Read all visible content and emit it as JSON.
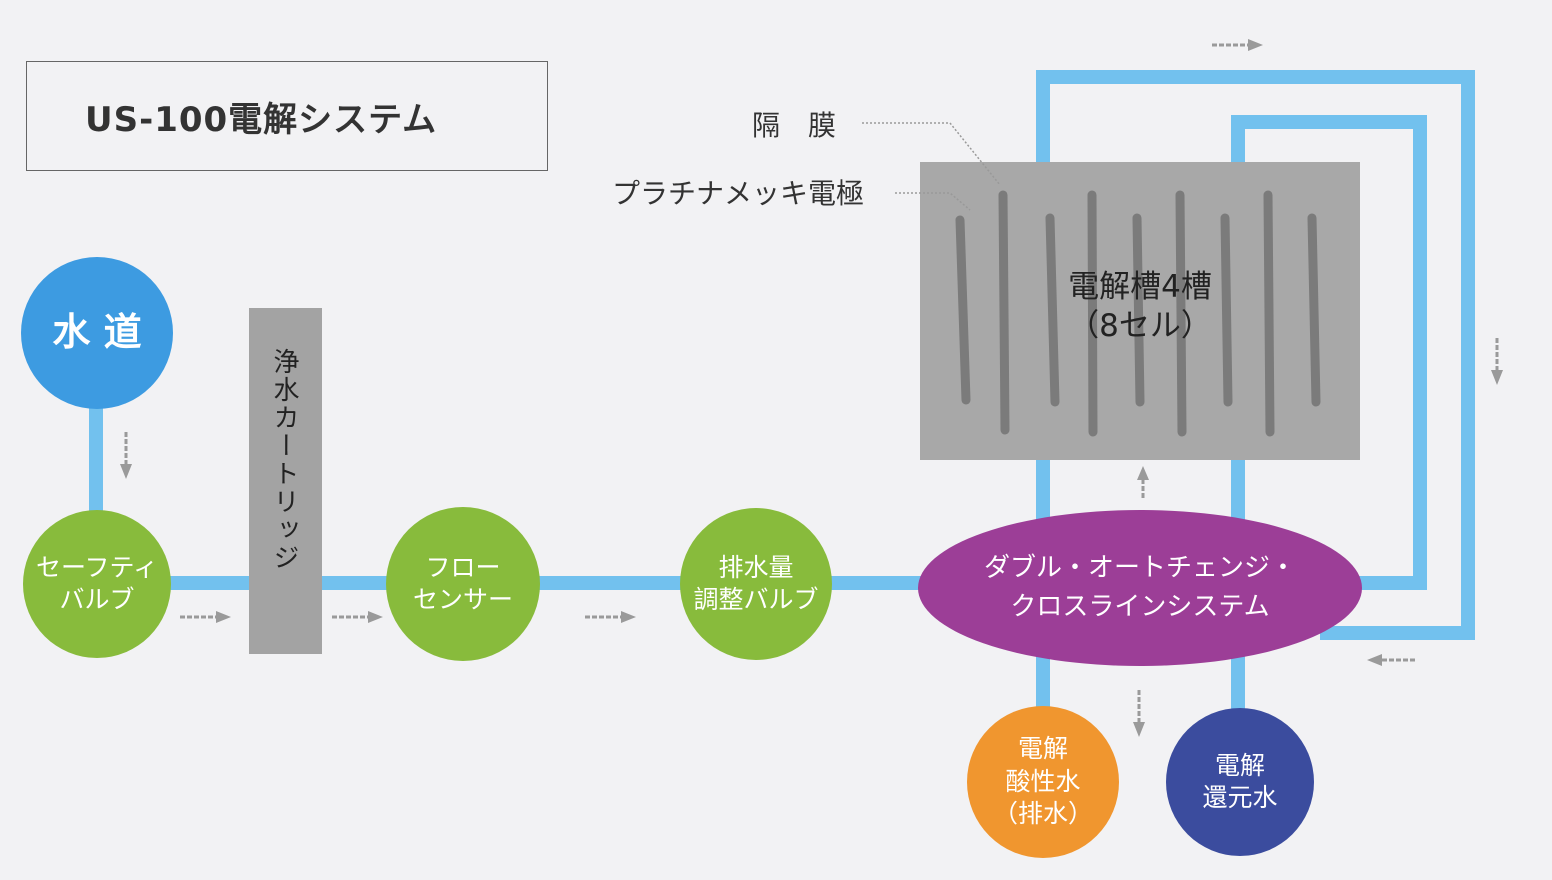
{
  "title": "US-100電解システム",
  "labels": {
    "membrane": "隔　膜",
    "electrode": "プラチナメッキ電極",
    "tap_water": "水 道",
    "safety_valve": [
      "セーフティ",
      "バルブ"
    ],
    "cartridge": "浄水カートリッジ",
    "flow_sensor": [
      "フロー",
      "センサー"
    ],
    "drain_valve": [
      "排水量",
      "調整バルブ"
    ],
    "crossline": [
      "ダブル・オートチェンジ・",
      "クロスラインシステム"
    ],
    "cell_tank": [
      "電解槽4槽",
      "（8セル）"
    ],
    "acidic_water": [
      "電解",
      "酸性水",
      "（排水）"
    ],
    "reduced_water": [
      "電解",
      "還元水"
    ]
  },
  "colors": {
    "pipe": "#72c1ee",
    "tap_water": "#3d9be1",
    "green_node": "#88bb3c",
    "crossline": "#9c3e97",
    "acidic": "#f0962f",
    "reduced": "#3b4c9e",
    "cell_tank": "#a8a8a8",
    "cartridge": "#a3a3a3",
    "arrow": "#9a9a9a"
  },
  "icons": {
    "flow_arrow": "dashed-arrow-icon"
  }
}
